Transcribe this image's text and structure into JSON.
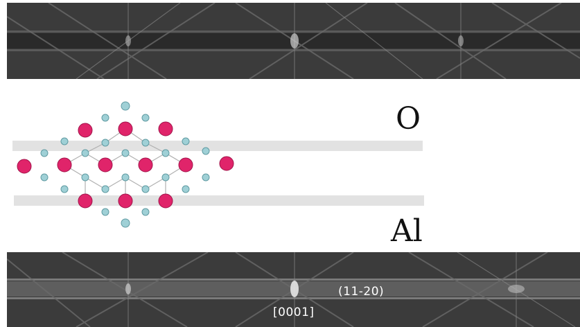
{
  "labels": {
    "top_element": "O",
    "bottom_element": "Al"
  },
  "pattern": {
    "plane_label": "(11-20)",
    "zone_axis_label": "[0001]"
  },
  "colors": {
    "background": "#ffffff",
    "pattern_dark": "#3a3a3a",
    "layer_stripe": "#e2e2e2",
    "aluminum_atom": "#e0246a",
    "oxygen_atom": "#9fd0d6"
  }
}
